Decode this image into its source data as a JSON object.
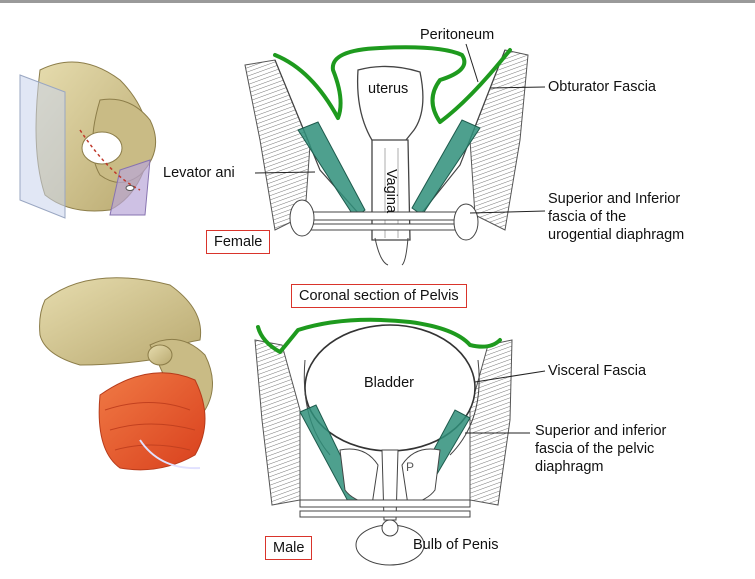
{
  "labels": {
    "peritoneum": "Peritoneum",
    "uterus": "uterus",
    "obturator_fascia": "Obturator Fascia",
    "levator_ani": "Levator ani",
    "vagina": "Vagina",
    "urogenital_fascia": "Superior and Inferior\nfascia of the\nurogential diaphragm",
    "female": "Female",
    "coronal_section": "Coronal section of Pelvis",
    "bladder": "Bladder",
    "visceral_fascia": "Visceral Fascia",
    "pelvic_fascia": "Superior and inferior\nfascia of the pelvic\ndiaphragm",
    "male": "Male",
    "bulb_of_penis": "Bulb of Penis",
    "p_marker": "P"
  },
  "colors": {
    "peritoneum_line": "#1e9a1e",
    "levator_fill": "#2f8f7a",
    "label_box_border": "#d9342b",
    "bone": "#d8cc9a",
    "muscle": "#e85a2a"
  }
}
